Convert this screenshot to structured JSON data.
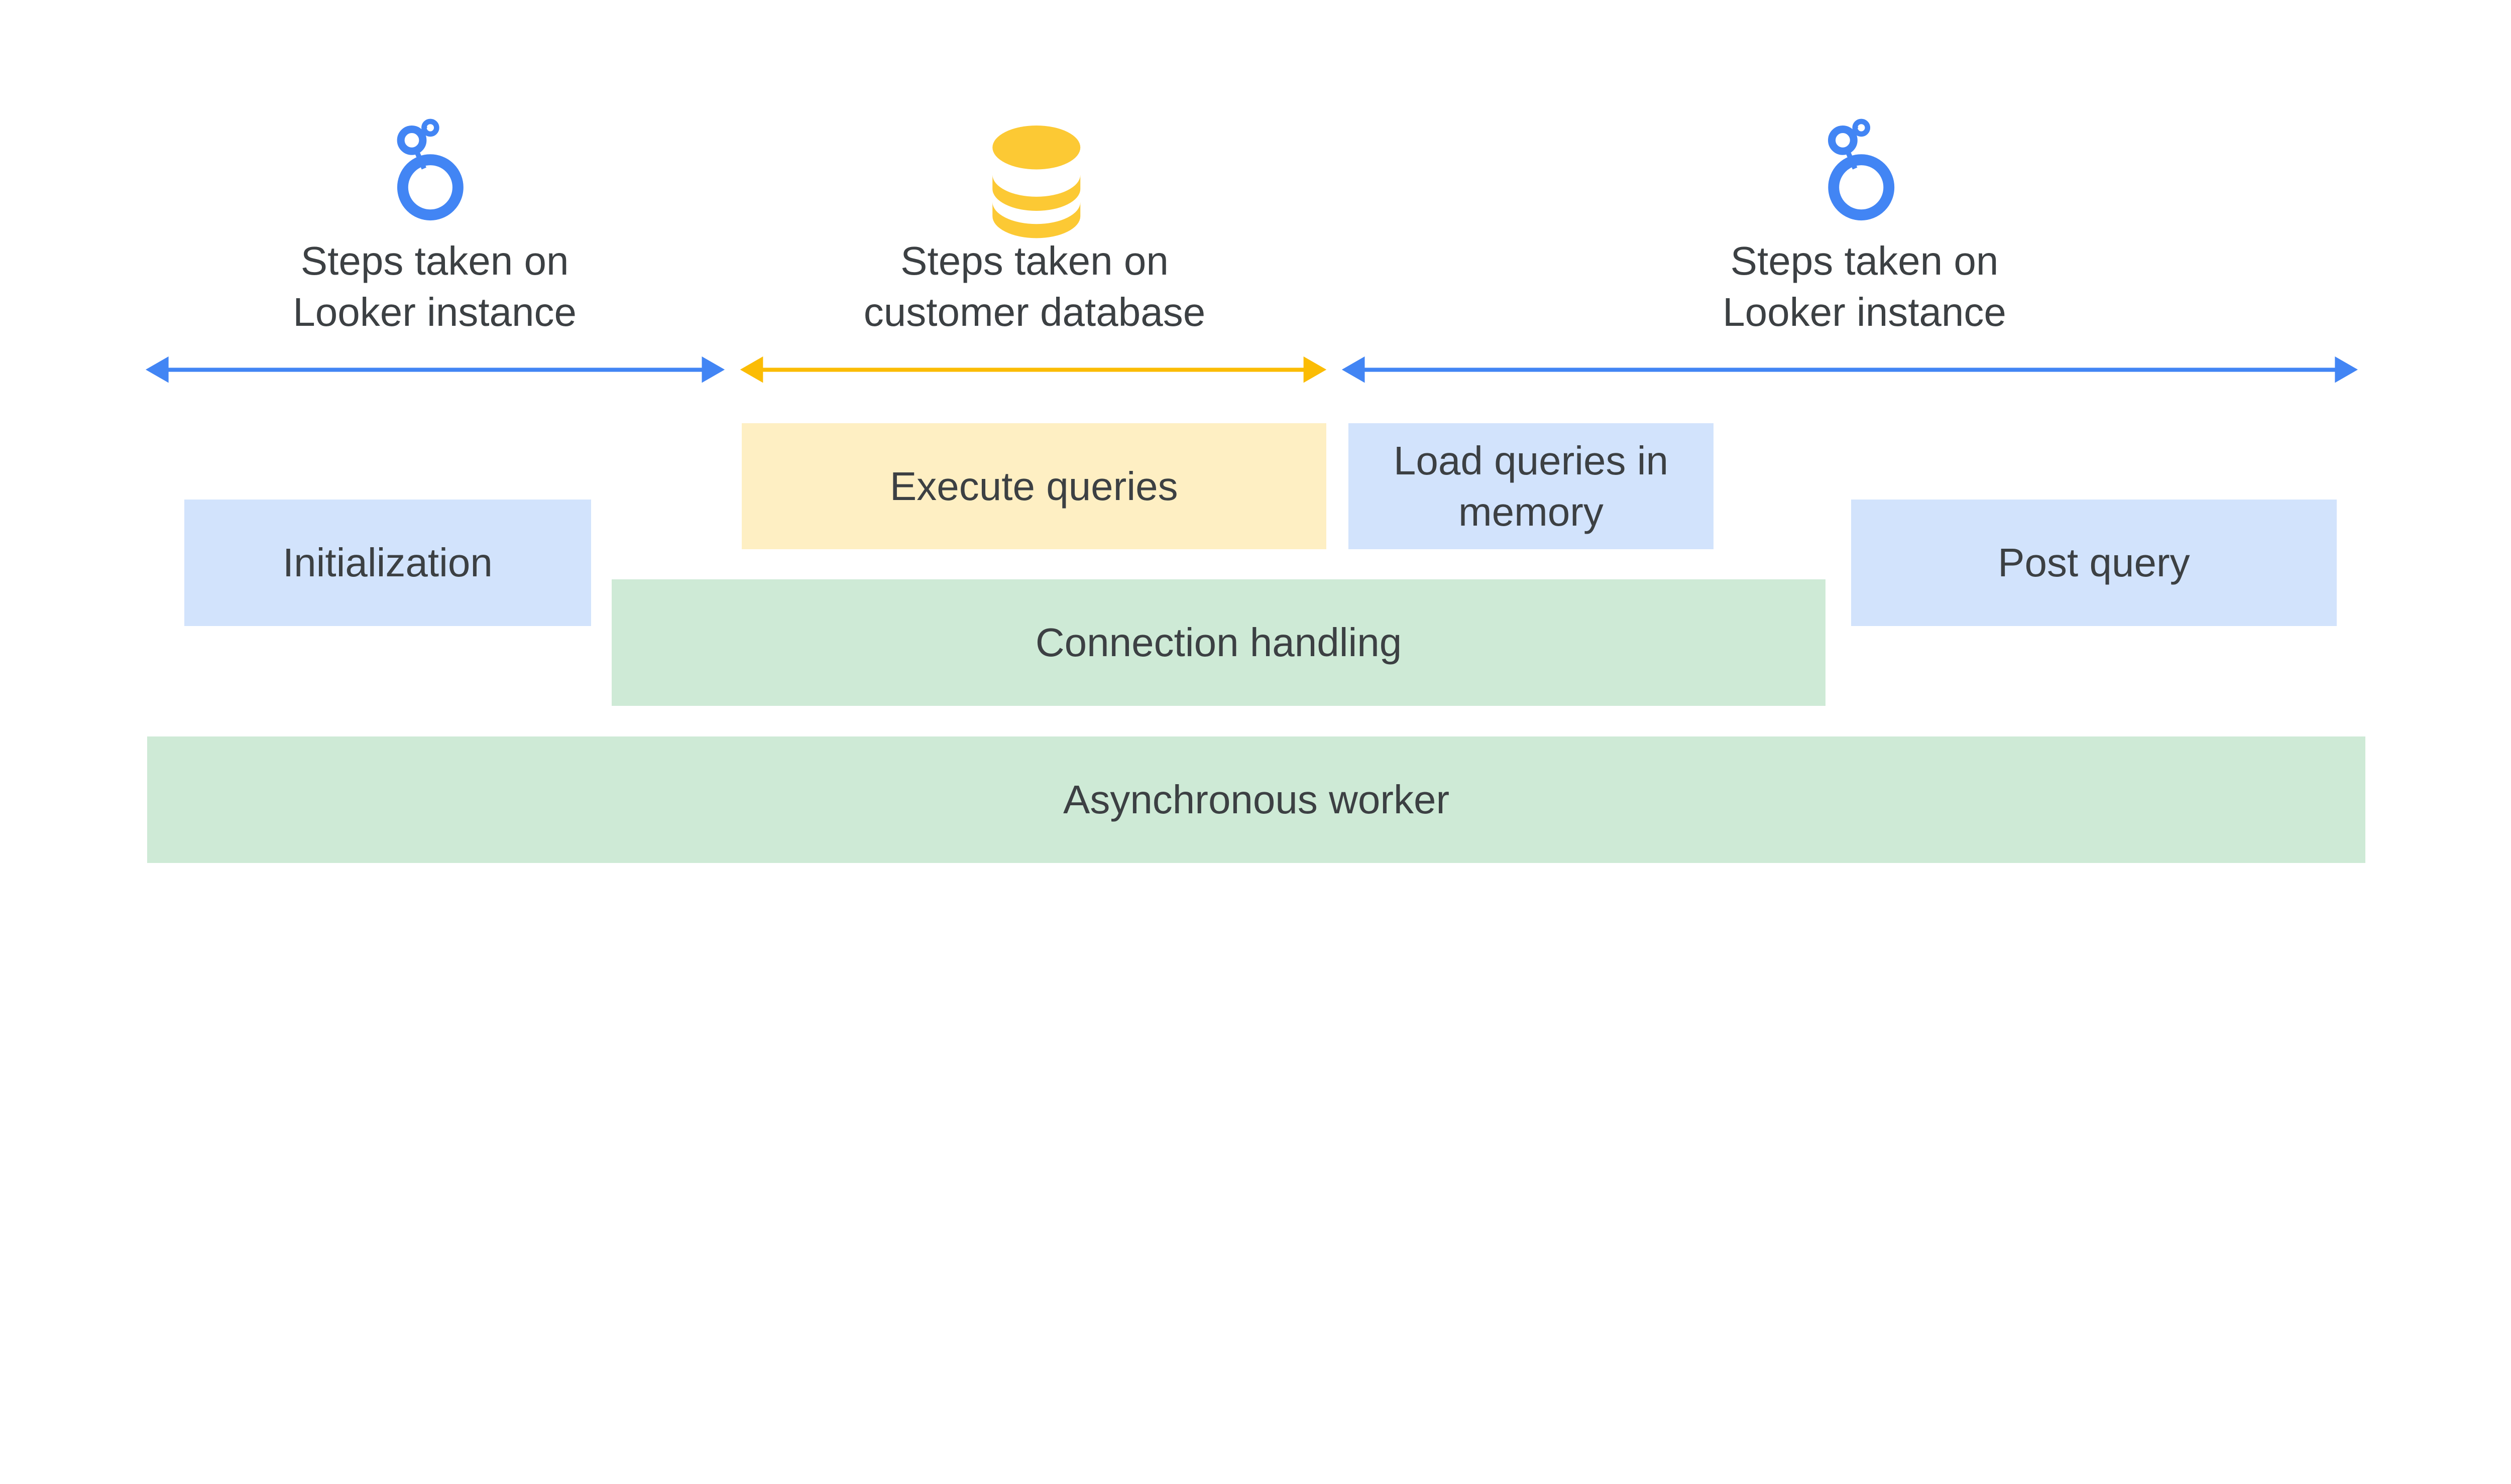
{
  "colors": {
    "looker_blue": "#4285F4",
    "database_yellow": "#FCC934",
    "arrow_yellow": "#FBBC04",
    "box_blue": "#D2E3FC",
    "box_yellow": "#FEEFC3",
    "box_green": "#CEEAD6",
    "text": "#3C4043"
  },
  "sections": [
    {
      "icon": "looker-logo-icon",
      "line1": "Steps taken on",
      "line2": "Looker instance"
    },
    {
      "icon": "database-icon",
      "line1": "Steps taken on",
      "line2": "customer database"
    },
    {
      "icon": "looker-logo-icon",
      "line1": "Steps taken on",
      "line2": "Looker instance"
    }
  ],
  "boxes": {
    "initialization": "Initialization",
    "execute_queries": "Execute queries",
    "load_queries_line1": "Load queries in",
    "load_queries_line2": "memory",
    "post_query": "Post query",
    "connection_handling": "Connection handling",
    "asynchronous_worker": "Asynchronous worker"
  }
}
